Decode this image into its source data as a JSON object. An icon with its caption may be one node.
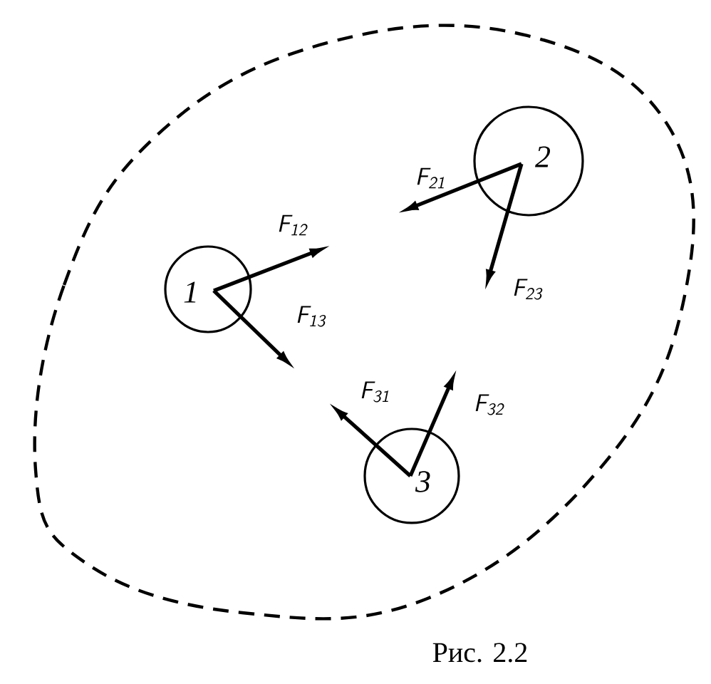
{
  "diagram": {
    "caption": "Рис. 2.2",
    "nodes": [
      {
        "text": [
          "1"
        ]
      },
      {
        "text": [
          "2"
        ]
      },
      {
        "text": [
          "3"
        ]
      }
    ],
    "labels": [
      "F$_{21}$",
      "F$_{12}$",
      "F$_{13}$",
      "F$_{23}$",
      "F$_{31}$",
      "F$_{32}$"
    ]
  }
}
